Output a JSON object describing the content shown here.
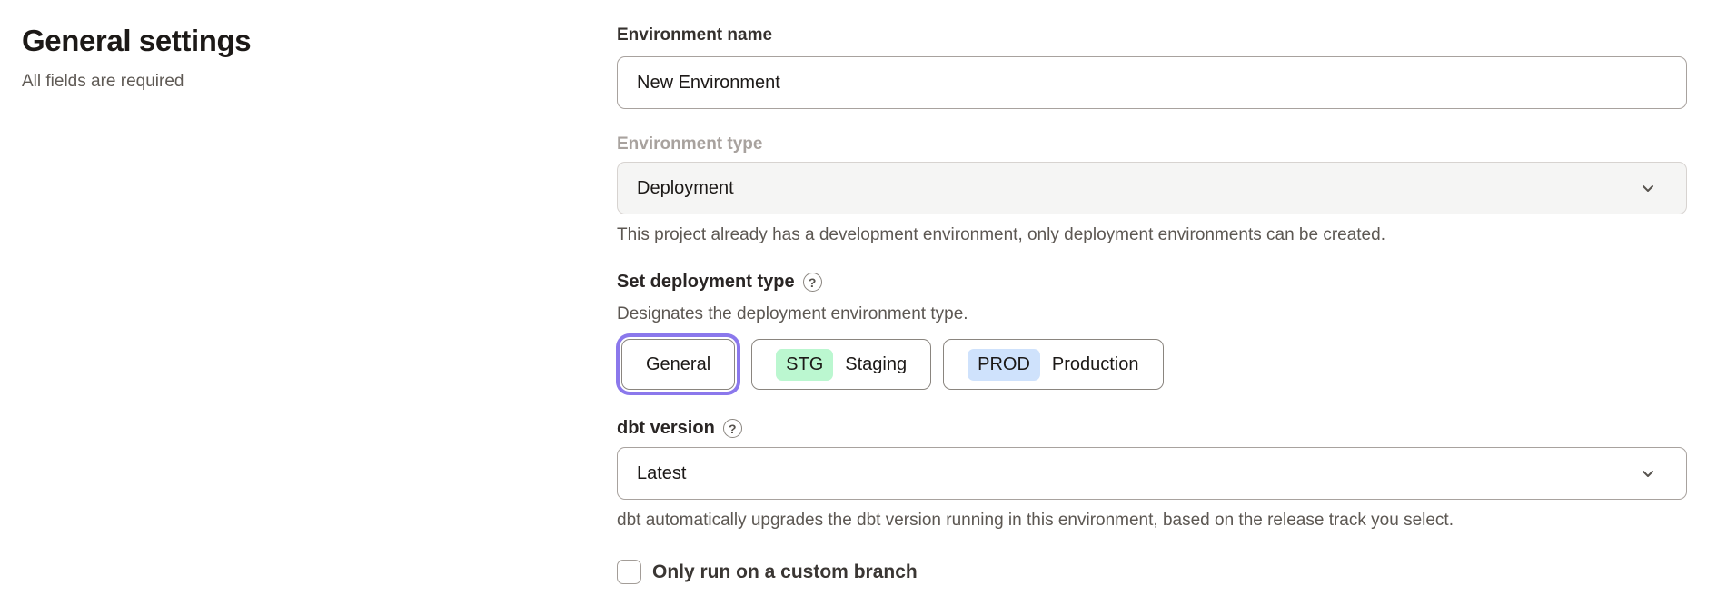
{
  "page": {
    "title": "General settings",
    "subtitle": "All fields are required"
  },
  "form": {
    "environment_name": {
      "label": "Environment name",
      "value": "New Environment"
    },
    "environment_type": {
      "label": "Environment type",
      "value": "Deployment",
      "disabled": true,
      "helper": "This project already has a development environment, only deployment environments can be created."
    },
    "deployment_type": {
      "label": "Set deployment type",
      "help_icon": "question-mark-circle-icon",
      "help_glyph": "?",
      "description": "Designates the deployment environment type.",
      "options": [
        {
          "label": "General",
          "selected": true
        },
        {
          "badge": "STG",
          "label": "Staging",
          "badge_bg": "#bbf7d0",
          "selected": false
        },
        {
          "badge": "PROD",
          "label": "Production",
          "badge_bg": "#cfe2fc",
          "selected": false
        }
      ]
    },
    "dbt_version": {
      "label": "dbt version",
      "help_icon": "question-mark-circle-icon",
      "help_glyph": "?",
      "value": "Latest",
      "helper": "dbt automatically upgrades the dbt version running in this environment, based on the release track you select."
    },
    "custom_branch": {
      "label": "Only run on a custom branch",
      "checked": false
    }
  },
  "colors": {
    "focus_ring": "#8b78ec",
    "staging_badge_bg": "#bbf7d0",
    "production_badge_bg": "#cfe2fc",
    "disabled_field_bg": "#f5f5f4",
    "border_gray": "#a8a29e",
    "helper_text_gray": "#5c5752",
    "heading_text": "#1c1917"
  }
}
